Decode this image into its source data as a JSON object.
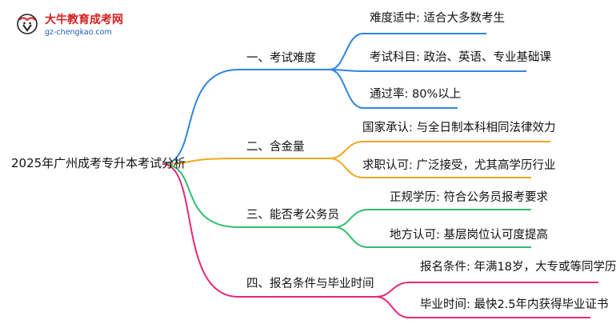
{
  "logo": {
    "name": "大牛教育成考网",
    "url": "gz-chengkao.com"
  },
  "mindmap": {
    "root": "2025年广州成考专升本考试分析",
    "branches": [
      {
        "label": "一、考试难度",
        "color": "#2f86e0",
        "children": [
          "难度适中: 适合大多数考生",
          "考试科目: 政治、英语、专业基础课",
          "通过率: 80%以上"
        ]
      },
      {
        "label": "二、含金量",
        "color": "#f0a81e",
        "children": [
          "国家承认: 与全日制本科相同法律效力",
          "求职认可: 广泛接受，尤其高学历行业"
        ]
      },
      {
        "label": "三、能否考公务员",
        "color": "#2fbe6e",
        "children": [
          "正规学历: 符合公务员报考要求",
          "地方认可: 基层岗位认可度提高"
        ]
      },
      {
        "label": "四、报名条件与毕业时间",
        "color": "#e6287a",
        "children": [
          "报名条件: 年满18岁，大专或等同学历",
          "毕业时间: 最快2.5年内获得毕业证书"
        ]
      }
    ]
  }
}
